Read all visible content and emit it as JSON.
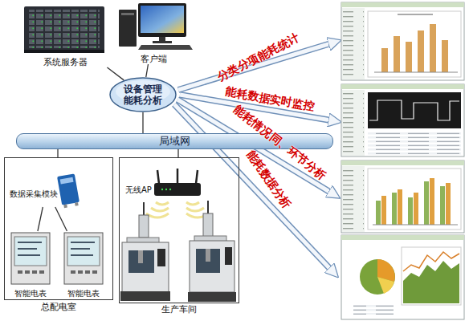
{
  "diagram": {
    "nodes": [
      {
        "text": [
          "系统服务器"
        ]
      },
      {
        "text": [
          "客户端"
        ]
      },
      {
        "text": [
          "设备管理 能耗分析"
        ]
      },
      {
        "text": [
          "局域网"
        ]
      },
      {
        "text": [
          "总配电室"
        ]
      },
      {
        "text": [
          "数据采集模块"
        ],
        "in": 4
      },
      {
        "text": [
          "智能电表"
        ],
        "in": 4
      },
      {
        "text": [
          "智能电表"
        ],
        "in": 4
      },
      {
        "text": [
          "生产车间"
        ]
      },
      {
        "text": [
          "无线AP"
        ],
        "in": 8
      }
    ],
    "edges": [
      {
        "from": 0,
        "to": 2,
        "arrow": "none"
      },
      {
        "from": 1,
        "to": 2,
        "arrow": "none"
      },
      {
        "from": 2,
        "to": 3,
        "arrow": "none"
      },
      {
        "from": 3,
        "to": 4,
        "arrow": "none"
      },
      {
        "from": 3,
        "to": 8,
        "arrow": "none"
      },
      {
        "from": 5,
        "to": 6,
        "arrow": "none"
      },
      {
        "from": 5,
        "to": 7,
        "arrow": "none"
      }
    ],
    "labels": [
      "分类分项能耗统计",
      "能耗数据实时监控",
      "能耗情况同、环节分析",
      "能耗数据分析"
    ]
  }
}
